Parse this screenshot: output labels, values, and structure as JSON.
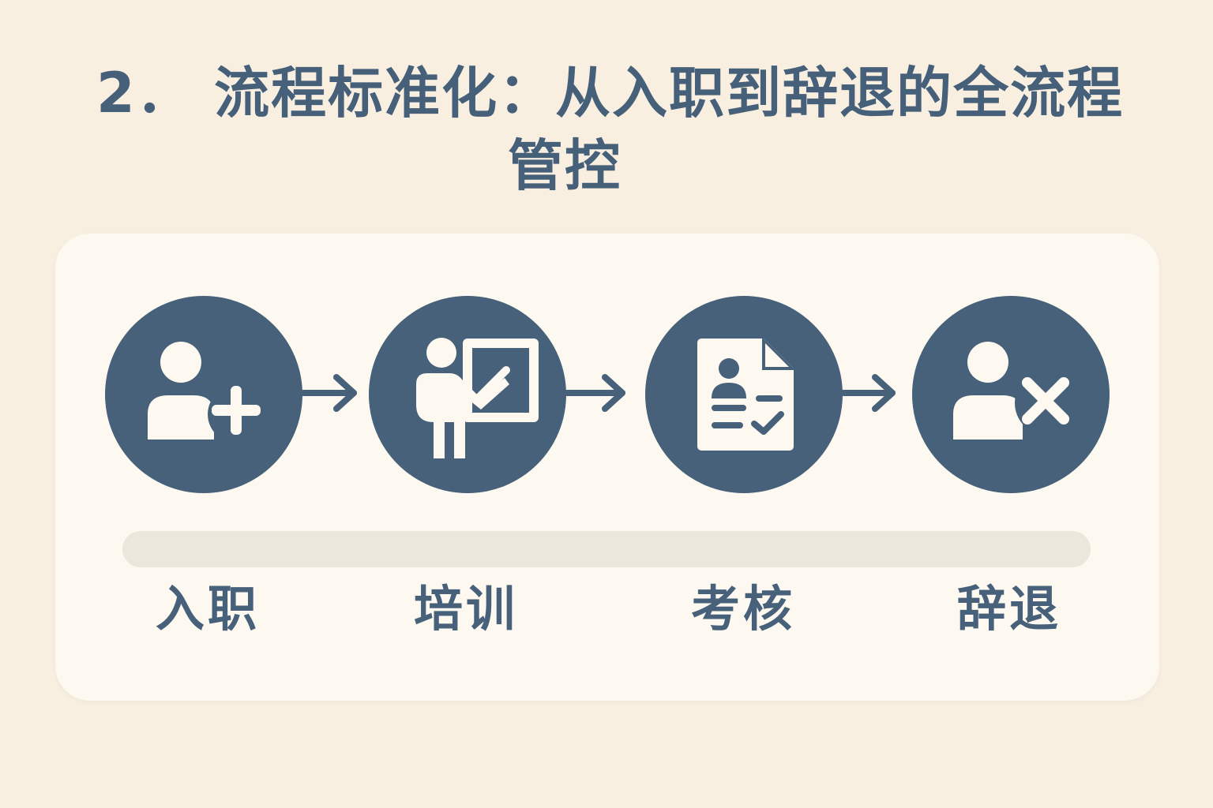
{
  "title": {
    "line1": "2． 流程标准化：从入职到辞退的全流程",
    "line2": "管控"
  },
  "steps": [
    {
      "label": "入职",
      "icon": "user-add-icon"
    },
    {
      "label": "培训",
      "icon": "trainer-whiteboard-icon"
    },
    {
      "label": "考核",
      "icon": "assessment-document-icon"
    },
    {
      "label": "辞退",
      "icon": "user-remove-icon"
    }
  ],
  "colors": {
    "background": "#f8efe1",
    "card": "#fdf9f1",
    "primary": "#47617a",
    "icon": "#fdf9f1",
    "timeline": "#ece7dc"
  }
}
